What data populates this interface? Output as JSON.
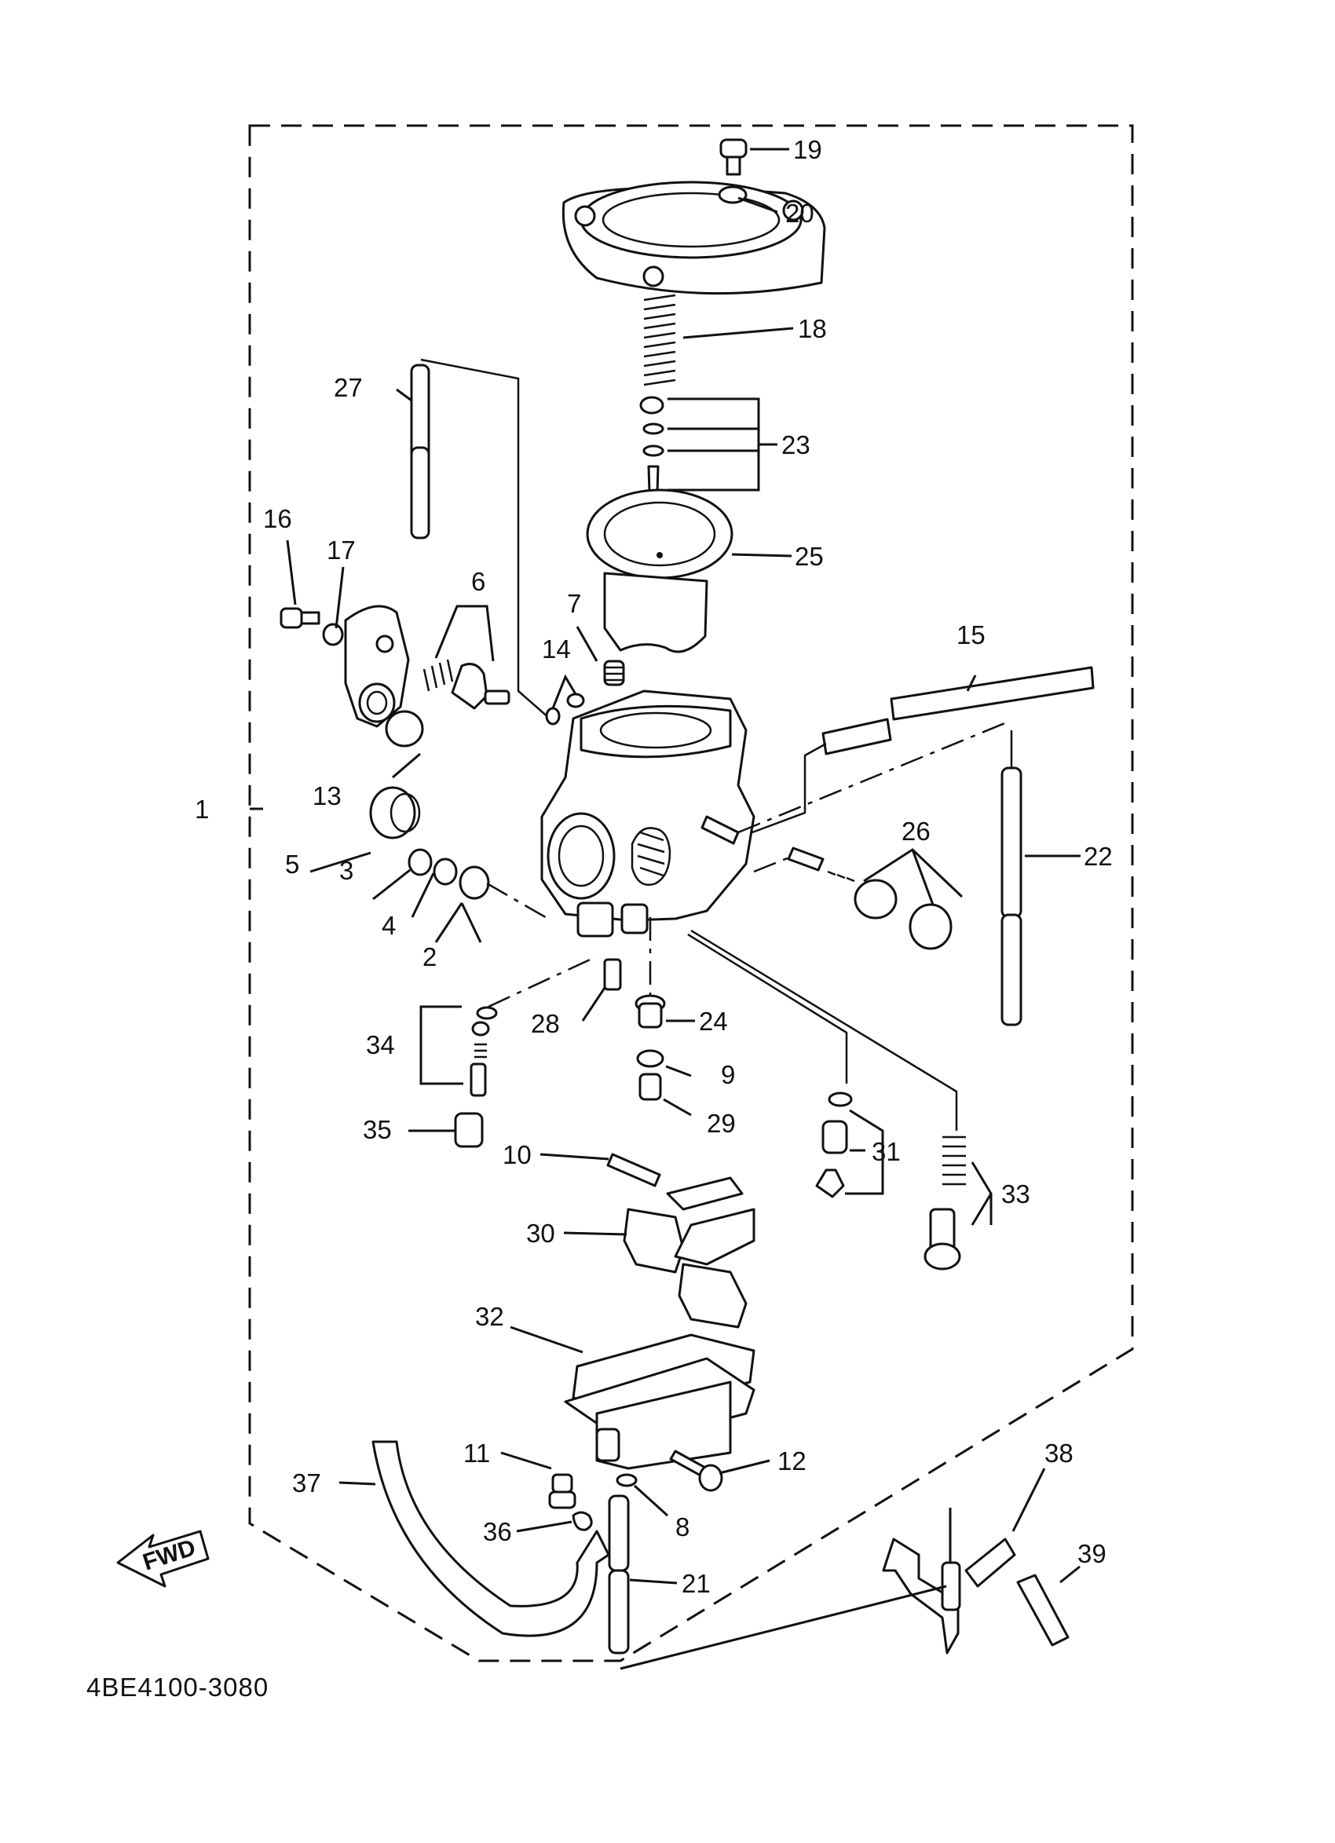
{
  "diagram_code": "4BE4100-3080",
  "fwd_label": "FWD",
  "labels": {
    "p1": "1",
    "p2": "2",
    "p3": "3",
    "p4": "4",
    "p5": "5",
    "p6": "6",
    "p7": "7",
    "p8": "8",
    "p9": "9",
    "p10": "10",
    "p11": "11",
    "p12": "12",
    "p13": "13",
    "p14": "14",
    "p15": "15",
    "p16": "16",
    "p17": "17",
    "p18": "18",
    "p19": "19",
    "p20": "20",
    "p21": "21",
    "p22": "22",
    "p23": "23",
    "p24": "24",
    "p25": "25",
    "p26": "26",
    "p27": "27",
    "p28": "28",
    "p29": "29",
    "p30": "30",
    "p31": "31",
    "p32": "32",
    "p33": "33",
    "p34": "34",
    "p35": "35",
    "p36": "36",
    "p37": "37",
    "p38": "38",
    "p39": "39"
  }
}
